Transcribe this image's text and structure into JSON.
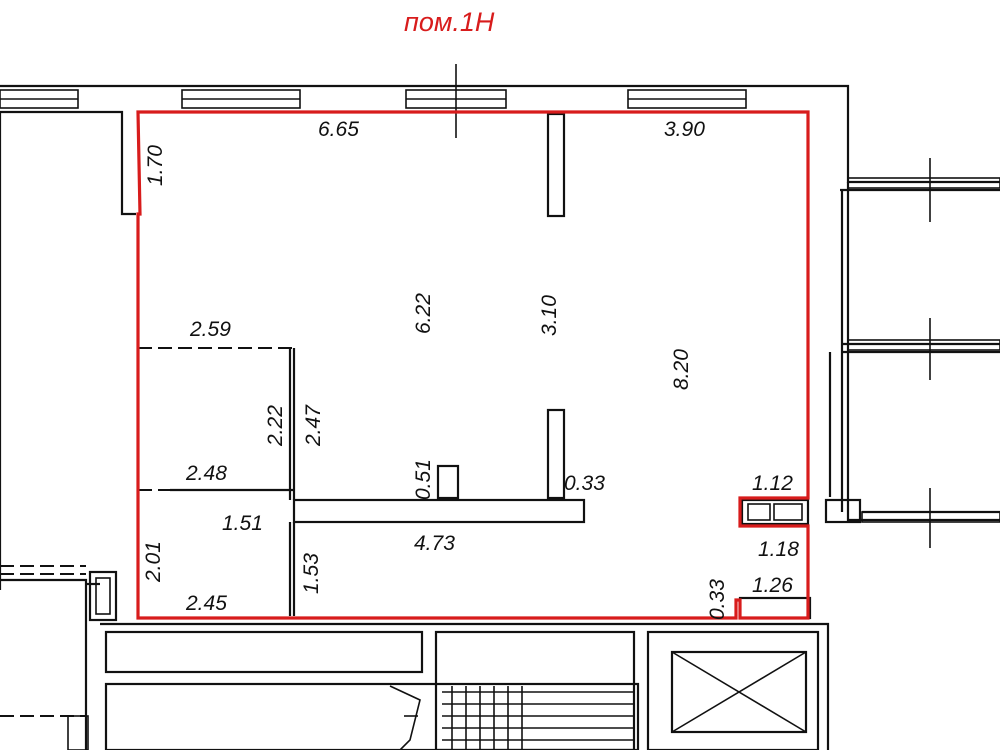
{
  "title": "пом.1Н",
  "colors": {
    "highlight": "#d81c1c",
    "line": "#111111",
    "background": "#ffffff"
  },
  "dimensions": {
    "top_left_width": "6.65",
    "top_right_width": "3.90",
    "left_niche": "1.70",
    "main_depth": "6.22",
    "partition": "3.10",
    "right_depth": "8.20",
    "room_a_width": "2.59",
    "room_a_depth_1": "2.22",
    "room_a_depth_2": "2.47",
    "room_a_bottom": "2.48",
    "room_b_top": "1.51",
    "room_b_depth_1": "2.01",
    "room_b_depth_2": "1.53",
    "room_b_bottom": "2.45",
    "corridor_length": "4.73",
    "column_small": "0.51",
    "wall_end": "0.33",
    "shaft_width": "1.12",
    "right_recess": "1.18",
    "bottom_right_width": "1.26",
    "bottom_right_depth": "0.33"
  }
}
